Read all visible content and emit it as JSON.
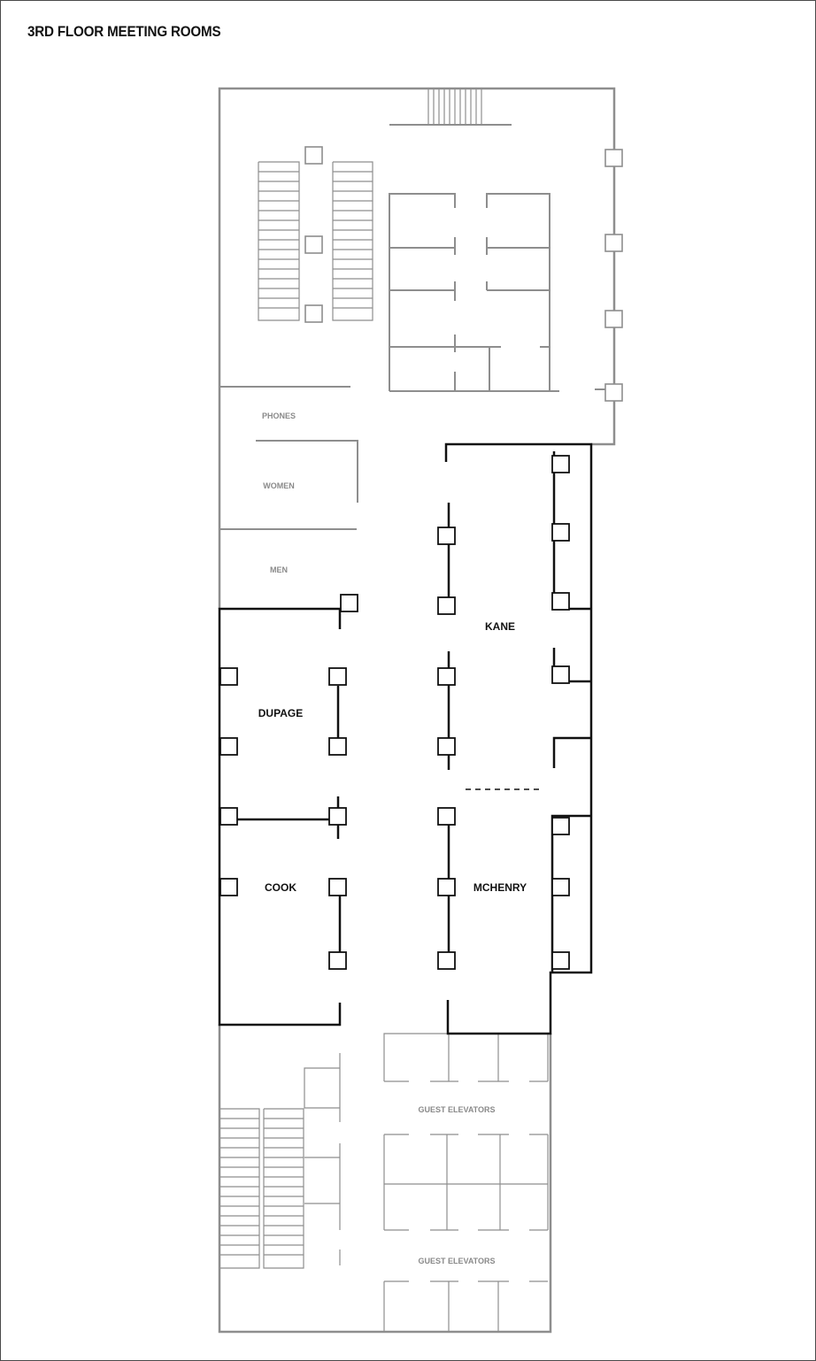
{
  "title": "3RD FLOOR MEETING ROOMS",
  "colors": {
    "meeting_wall": "#111111",
    "building_wall": "#8e8e8e",
    "utility_label": "#8a8a8a"
  },
  "rooms": {
    "kane": "KANE",
    "dupage": "DUPAGE",
    "cook": "COOK",
    "mchenry": "MCHENRY"
  },
  "utility": {
    "phones": "PHONES",
    "women": "WOMEN",
    "men": "MEN",
    "guest_elevators_upper": "GUEST ELEVATORS",
    "guest_elevators_lower": "GUEST ELEVATORS"
  }
}
